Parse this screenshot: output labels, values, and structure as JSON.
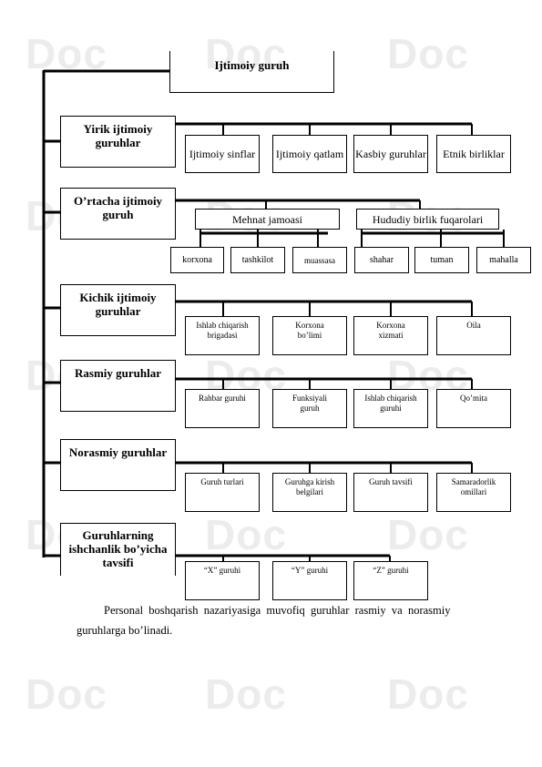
{
  "watermark": "Doc",
  "diagram": {
    "root": "Ijtimoiy guruh",
    "categories": [
      {
        "label": "Yirik ijtimoiy guruhlar"
      },
      {
        "label": "O’rtacha ijtimoiy guruh"
      },
      {
        "label": "Kichik ijtimoiy guruhlar"
      },
      {
        "label": "Rasmiy guruhlar"
      },
      {
        "label": "Norasmiy guruhlar"
      },
      {
        "label": "Guruhlarning ishchanlik bo’yicha tavsifi"
      }
    ],
    "yirik_items": [
      "Ijtimoiy sinflar",
      "Ijtimoiy qatlam",
      "Kasbiy guruhlar",
      "Etnik birliklar"
    ],
    "ortacha_groups": [
      "Mehnat jamoasi",
      "Hududiy birlik fuqarolari"
    ],
    "ortacha_items": [
      "korxona",
      "tashkilot",
      "muassasa",
      "shahar",
      "tuman",
      "mahalla"
    ],
    "kichik_items": [
      "Ishlab chiqarish brigadasi",
      "Korxona bo’limi",
      "Korxona xizmati",
      "Oila"
    ],
    "rasmiy_items": [
      "Rahbar guruhi",
      "Funksiyali guruh",
      "Ishlab chiqarish guruhi",
      "Qo’mita"
    ],
    "norasmiy_items": [
      "Guruh turlari",
      "Guruhga kirish belgilari",
      "Guruh tavsifi",
      "Samaradorlik omillari"
    ],
    "ishchanlik_items": [
      "“X” guruhi",
      "“Y” guruhi",
      "“Z” guruhi"
    ]
  },
  "paragraph": {
    "line1": "Personal  boshqarish  nazariyasiga  muvofiq  guruhlar  rasmiy  va  norasmiy",
    "line2": "guruhlarga bo’linadi."
  }
}
